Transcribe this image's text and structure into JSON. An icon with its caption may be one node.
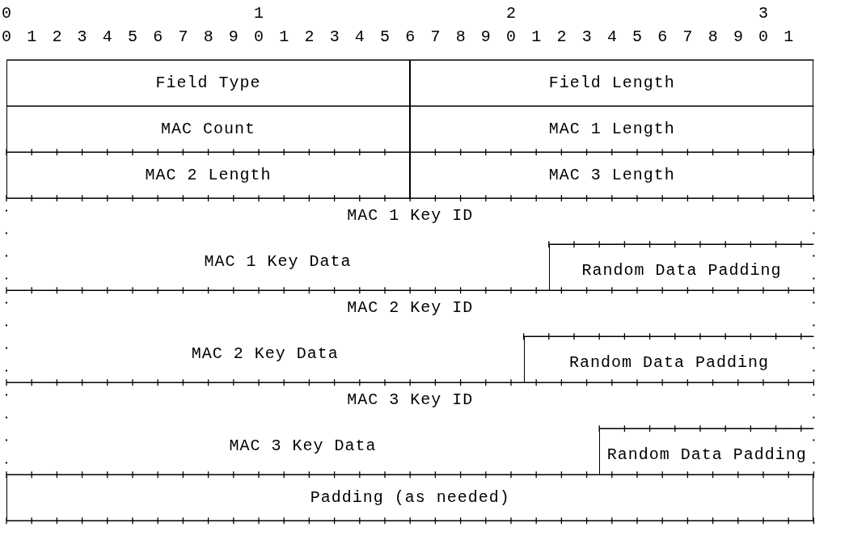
{
  "diagram": {
    "nodes": [
      {
        "text": [
          "Field Type"
        ]
      },
      {
        "text": [
          "Field Length"
        ]
      },
      {
        "text": [
          "MAC Count"
        ]
      },
      {
        "text": [
          "MAC 1 Length"
        ]
      },
      {
        "text": [
          "MAC 2 Length"
        ]
      },
      {
        "text": [
          "MAC 3 Length"
        ]
      },
      {
        "text": [
          "MAC 1 Key ID"
        ]
      },
      {
        "text": [
          "MAC 1 Key Data"
        ]
      },
      {
        "text": [
          "Random Data Padding"
        ]
      },
      {
        "text": [
          "MAC 2 Key ID"
        ]
      },
      {
        "text": [
          "MAC 2 Key Data"
        ]
      },
      {
        "text": [
          "Random Data Padding"
        ]
      },
      {
        "text": [
          "MAC 3 Key ID"
        ]
      },
      {
        "text": [
          "MAC 3 Key Data"
        ]
      },
      {
        "text": [
          "Random Data Padding"
        ]
      },
      {
        "text": [
          "Padding (as needed)"
        ]
      }
    ],
    "edges": [],
    "labels": [
      "0",
      "1",
      "2",
      "3",
      "0 1 2 3 4 5 6 7 8 9 0 1 2 3 4 5 6 7 8 9 0 1 2 3 4 5 6 7 8 9 0 1"
    ]
  }
}
